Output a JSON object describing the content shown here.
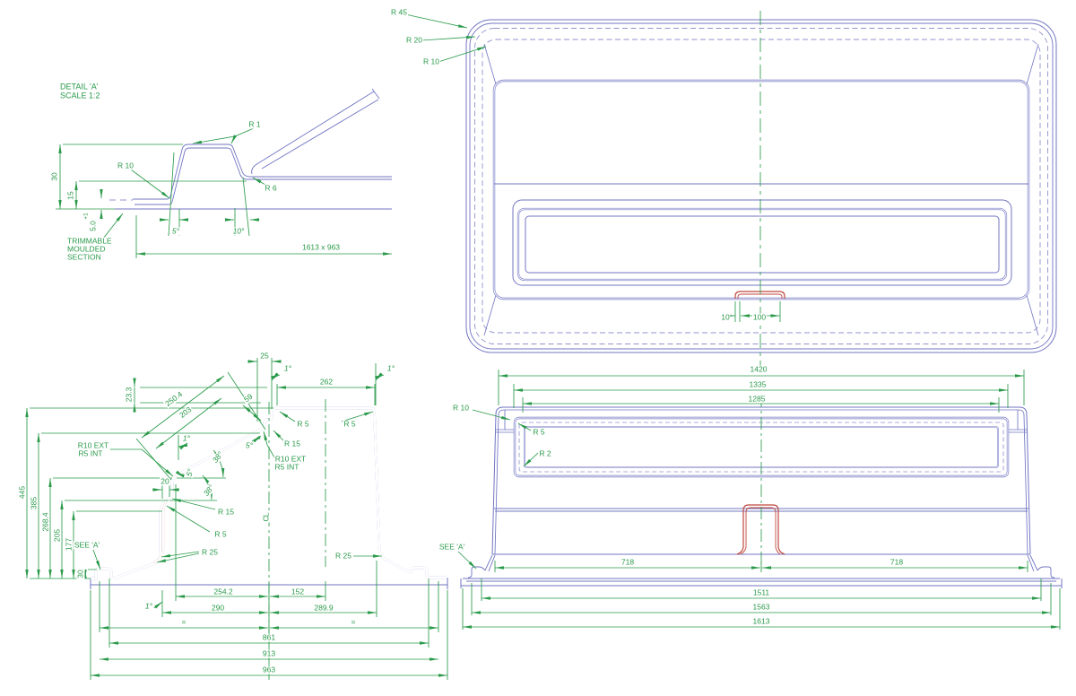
{
  "colors": {
    "line_blue": "#7075c2",
    "dashed_blue": "#9093cc",
    "dimension_green": "#2a9a4a",
    "accent_red": "#c0483f",
    "background": "#ffffff"
  },
  "detail": {
    "title1": "DETAIL 'A'",
    "title2": "SCALE 1:2",
    "r1": "R 1",
    "r10": "R 10",
    "r6": "R 6",
    "d30": "30",
    "d15": "15",
    "thick_tol": "+1",
    "thick": "5.0",
    "note1": "TRIMMABLE",
    "note2": "MOULDED",
    "note3": "SECTION",
    "sheet": "1613 x 963",
    "a5": "5°",
    "a10": "10°"
  },
  "plan": {
    "r45": "R 45",
    "r20": "R 20",
    "r10": "R 10",
    "d10": "10",
    "d100": "100"
  },
  "elevation": {
    "d1420": "1420",
    "d1335": "1335",
    "d1285": "1285",
    "r10": "R 10",
    "r5": "R 5",
    "r2": "R 2",
    "see_a": "SEE 'A'",
    "d718l": "718",
    "d718r": "718",
    "d1511": "1511",
    "d1563": "1563",
    "d1613": "1613"
  },
  "section": {
    "d25": "25",
    "a1l": "1°",
    "a1r": "1°",
    "d262": "262",
    "d23_3": "23.3",
    "d250_4": "250.4",
    "d203": "203",
    "d59": "59",
    "r5l": "R 5",
    "r5r": "R 5",
    "r15t": "R 15",
    "rext_r1": "R10 EXT",
    "rext_r2": "R5 INT",
    "rext_l1": "R10 EXT",
    "rext_l2": "R5 INT",
    "a1m": "1°",
    "a38u": "38°",
    "a5t": "5°",
    "a5m": "5°",
    "a38l": "38°",
    "d20": "20",
    "r15m": "R 15",
    "r5m": "R 5",
    "r25l": "R 25",
    "r25r": "R 25",
    "cl": "CL",
    "see_a": "SEE 'A'",
    "d445": "445",
    "d385": "385",
    "d268_4": "268.4",
    "d205": "205",
    "d177": "177",
    "d30": "30",
    "d254_2": "254.2",
    "d152": "152",
    "d290": "290",
    "d289_9": "289.9",
    "eql": "=",
    "eqr": "=",
    "d861": "861",
    "d913": "913",
    "d963": "963",
    "a1b": "1°"
  }
}
